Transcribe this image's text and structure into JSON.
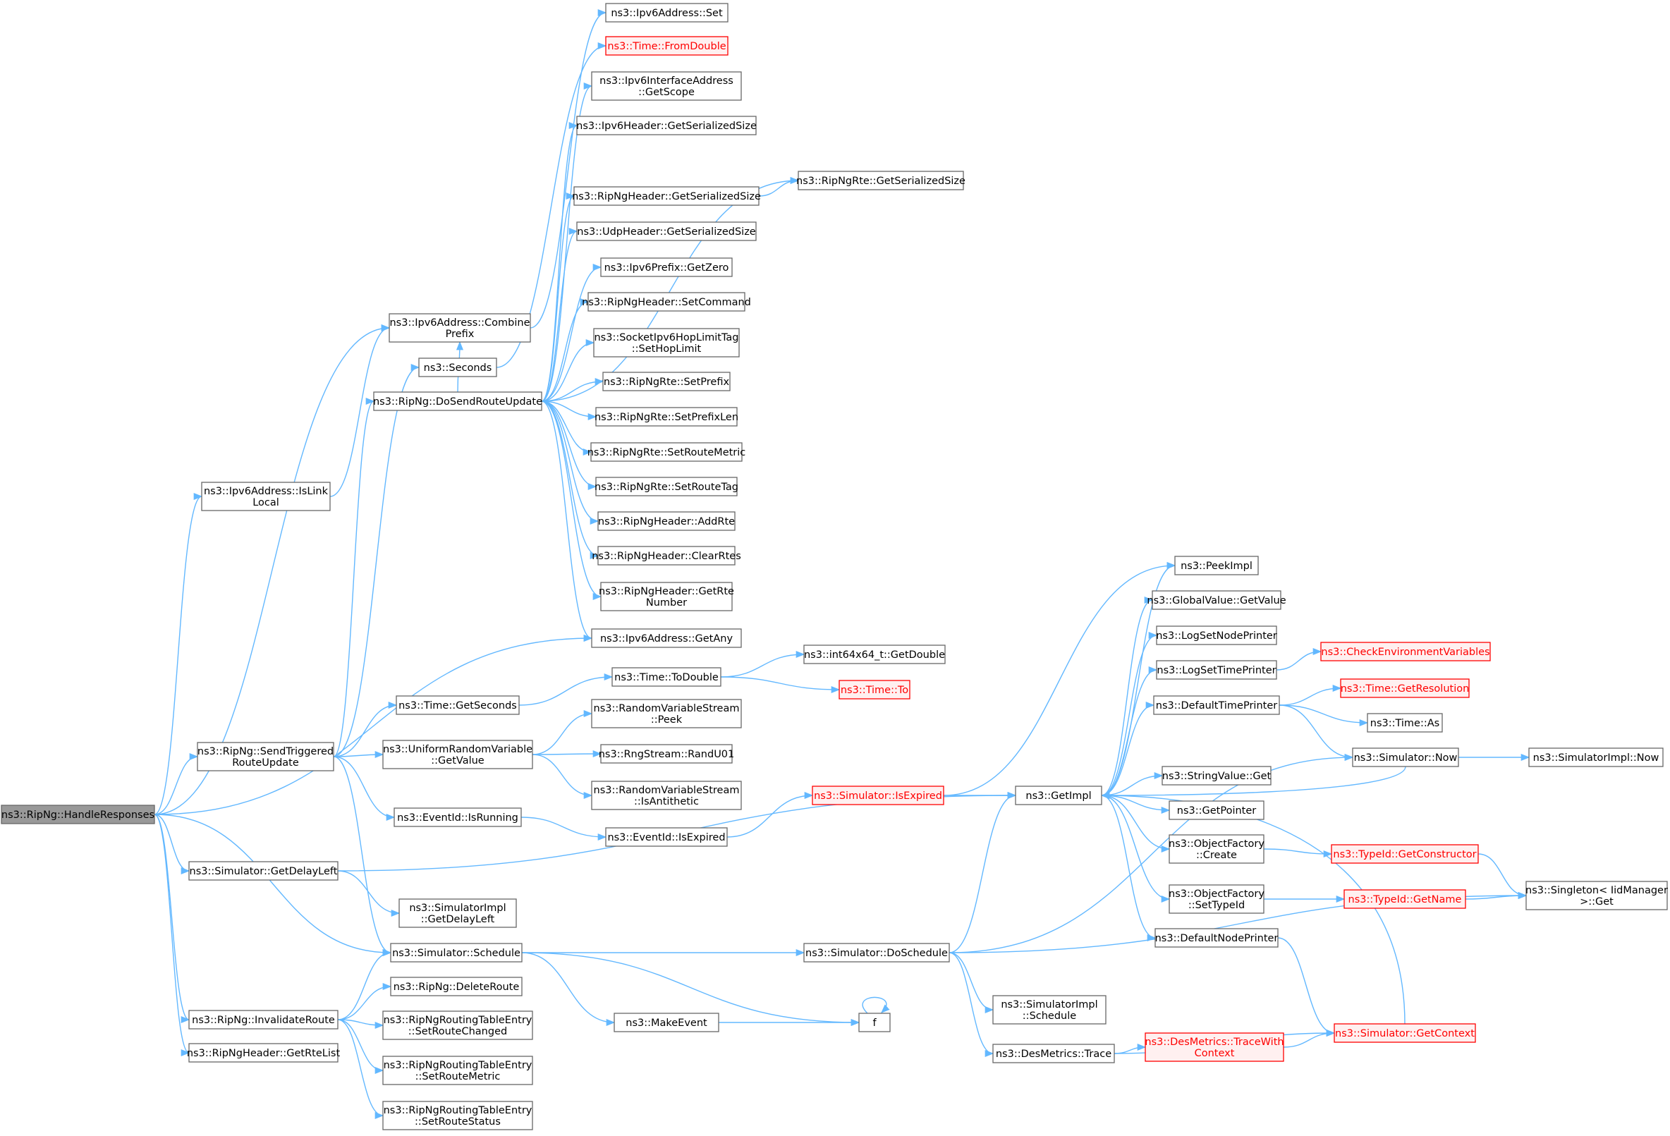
{
  "colors": {
    "edge": "#63b8ff",
    "node_border": "#666666",
    "node_fill": "#ffffff",
    "root_fill": "#999999",
    "incomplete_border": "#ff0000",
    "incomplete_fill": "#fff0f0",
    "incomplete_text": "#ff0000"
  },
  "nodes": [
    {
      "id": "handle",
      "lines": [
        "ns3::RipNg::HandleResponses"
      ],
      "style": "root"
    },
    {
      "id": "combine",
      "lines": [
        "ns3::Ipv6Address::Combine",
        "Prefix"
      ]
    },
    {
      "id": "islink",
      "lines": [
        "ns3::Ipv6Address::IsLink",
        "Local"
      ]
    },
    {
      "id": "getany",
      "lines": [
        "ns3::Ipv6Address::GetAny"
      ]
    },
    {
      "id": "sendtrig",
      "lines": [
        "ns3::RipNg::SendTriggered",
        "RouteUpdate"
      ]
    },
    {
      "id": "getdelay",
      "lines": [
        "ns3::Simulator::GetDelayLeft"
      ]
    },
    {
      "id": "schedule",
      "lines": [
        "ns3::Simulator::Schedule"
      ]
    },
    {
      "id": "invalidate",
      "lines": [
        "ns3::RipNg::InvalidateRoute"
      ]
    },
    {
      "id": "getrtelist",
      "lines": [
        "ns3::RipNgHeader::GetRteList"
      ]
    },
    {
      "id": "set",
      "lines": [
        "ns3::Ipv6Address::Set"
      ]
    },
    {
      "id": "fromdouble",
      "lines": [
        "ns3::Time::FromDouble"
      ],
      "style": "red"
    },
    {
      "id": "getscope",
      "lines": [
        "ns3::Ipv6InterfaceAddress",
        "::GetScope"
      ]
    },
    {
      "id": "ipv6hdr",
      "lines": [
        "ns3::Ipv6Header::GetSerializedSize"
      ]
    },
    {
      "id": "ripnghdrsize",
      "lines": [
        "ns3::RipNgHeader::GetSerializedSize"
      ]
    },
    {
      "id": "rtesize",
      "lines": [
        "ns3::RipNgRte::GetSerializedSize"
      ]
    },
    {
      "id": "udpsize",
      "lines": [
        "ns3::UdpHeader::GetSerializedSize"
      ]
    },
    {
      "id": "getzero",
      "lines": [
        "ns3::Ipv6Prefix::GetZero"
      ]
    },
    {
      "id": "setcommand",
      "lines": [
        "ns3::RipNgHeader::SetCommand"
      ]
    },
    {
      "id": "sethoplimit",
      "lines": [
        "ns3::SocketIpv6HopLimitTag",
        "::SetHopLimit"
      ]
    },
    {
      "id": "setprefix",
      "lines": [
        "ns3::RipNgRte::SetPrefix"
      ]
    },
    {
      "id": "setprefixlen",
      "lines": [
        "ns3::RipNgRte::SetPrefixLen"
      ]
    },
    {
      "id": "setroutemetric",
      "lines": [
        "ns3::RipNgRte::SetRouteMetric"
      ]
    },
    {
      "id": "setroutetag",
      "lines": [
        "ns3::RipNgRte::SetRouteTag"
      ]
    },
    {
      "id": "addrte",
      "lines": [
        "ns3::RipNgHeader::AddRte"
      ]
    },
    {
      "id": "clearrtes",
      "lines": [
        "ns3::RipNgHeader::ClearRtes"
      ]
    },
    {
      "id": "getrtenum",
      "lines": [
        "ns3::RipNgHeader::GetRte",
        "Number"
      ]
    },
    {
      "id": "seconds",
      "lines": [
        "ns3::Seconds"
      ]
    },
    {
      "id": "dosend",
      "lines": [
        "ns3::RipNg::DoSendRouteUpdate"
      ]
    },
    {
      "id": "getseconds",
      "lines": [
        "ns3::Time::GetSeconds"
      ]
    },
    {
      "id": "todouble",
      "lines": [
        "ns3::Time::ToDouble"
      ]
    },
    {
      "id": "int64getdouble",
      "lines": [
        "ns3::int64x64_t::GetDouble"
      ]
    },
    {
      "id": "timeto",
      "lines": [
        "ns3::Time::To"
      ],
      "style": "red"
    },
    {
      "id": "uniformgetvalue",
      "lines": [
        "ns3::UniformRandomVariable",
        "::GetValue"
      ]
    },
    {
      "id": "rvspeek",
      "lines": [
        "ns3::RandomVariableStream",
        "::Peek"
      ]
    },
    {
      "id": "randu01",
      "lines": [
        "ns3::RngStream::RandU01"
      ]
    },
    {
      "id": "isantithetic",
      "lines": [
        "ns3::RandomVariableStream",
        "::IsAntithetic"
      ]
    },
    {
      "id": "isrunning",
      "lines": [
        "ns3::EventId::IsRunning"
      ]
    },
    {
      "id": "eventisexpired",
      "lines": [
        "ns3::EventId::IsExpired"
      ]
    },
    {
      "id": "simisexpired",
      "lines": [
        "ns3::Simulator::IsExpired"
      ],
      "style": "red"
    },
    {
      "id": "implgetdelay",
      "lines": [
        "ns3::SimulatorImpl",
        "::GetDelayLeft"
      ]
    },
    {
      "id": "deleteroute",
      "lines": [
        "ns3::RipNg::DeleteRoute"
      ]
    },
    {
      "id": "setroutechanged",
      "lines": [
        "ns3::RipNgRoutingTableEntry",
        "::SetRouteChanged"
      ]
    },
    {
      "id": "entrymetric",
      "lines": [
        "ns3::RipNgRoutingTableEntry",
        "::SetRouteMetric"
      ]
    },
    {
      "id": "entrystatus",
      "lines": [
        "ns3::RipNgRoutingTableEntry",
        "::SetRouteStatus"
      ]
    },
    {
      "id": "doschedule",
      "lines": [
        "ns3::Simulator::DoSchedule"
      ]
    },
    {
      "id": "makeevent",
      "lines": [
        "ns3::MakeEvent"
      ]
    },
    {
      "id": "f",
      "lines": [
        "f"
      ]
    },
    {
      "id": "implschedule",
      "lines": [
        "ns3::SimulatorImpl",
        "::Schedule"
      ]
    },
    {
      "id": "desmetricstrace",
      "lines": [
        "ns3::DesMetrics::Trace"
      ]
    },
    {
      "id": "tracewithcontext",
      "lines": [
        "ns3::DesMetrics::TraceWith",
        "Context"
      ],
      "style": "red"
    },
    {
      "id": "getimpl",
      "lines": [
        "ns3::GetImpl"
      ]
    },
    {
      "id": "peekimpl",
      "lines": [
        "ns3::PeekImpl"
      ]
    },
    {
      "id": "globalgetvalue",
      "lines": [
        "ns3::GlobalValue::GetValue"
      ]
    },
    {
      "id": "lognodeprinter",
      "lines": [
        "ns3::LogSetNodePrinter"
      ]
    },
    {
      "id": "logtimeprinter",
      "lines": [
        "ns3::LogSetTimePrinter"
      ]
    },
    {
      "id": "checkenv",
      "lines": [
        "ns3::CheckEnvironmentVariables"
      ],
      "style": "red"
    },
    {
      "id": "defaulttimeprinter",
      "lines": [
        "ns3::DefaultTimePrinter"
      ]
    },
    {
      "id": "getresolution",
      "lines": [
        "ns3::Time::GetResolution"
      ],
      "style": "red"
    },
    {
      "id": "timeas",
      "lines": [
        "ns3::Time::As"
      ]
    },
    {
      "id": "simnow",
      "lines": [
        "ns3::Simulator::Now"
      ]
    },
    {
      "id": "implnow",
      "lines": [
        "ns3::SimulatorImpl::Now"
      ]
    },
    {
      "id": "stringget",
      "lines": [
        "ns3::StringValue::Get"
      ]
    },
    {
      "id": "getpointer",
      "lines": [
        "ns3::GetPointer"
      ]
    },
    {
      "id": "ofcreate",
      "lines": [
        "ns3::ObjectFactory",
        "::Create"
      ]
    },
    {
      "id": "getconstructor",
      "lines": [
        "ns3::TypeId::GetConstructor"
      ],
      "style": "red"
    },
    {
      "id": "singletonget",
      "lines": [
        "ns3::Singleton< IidManager",
        ">::Get"
      ]
    },
    {
      "id": "ofsettypeid",
      "lines": [
        "ns3::ObjectFactory",
        "::SetTypeId"
      ]
    },
    {
      "id": "typeidgetname",
      "lines": [
        "ns3::TypeId::GetName"
      ],
      "style": "red"
    },
    {
      "id": "defaultnodeprinter",
      "lines": [
        "ns3::DefaultNodePrinter"
      ]
    },
    {
      "id": "getcontext",
      "lines": [
        "ns3::Simulator::GetContext"
      ],
      "style": "red"
    }
  ]
}
